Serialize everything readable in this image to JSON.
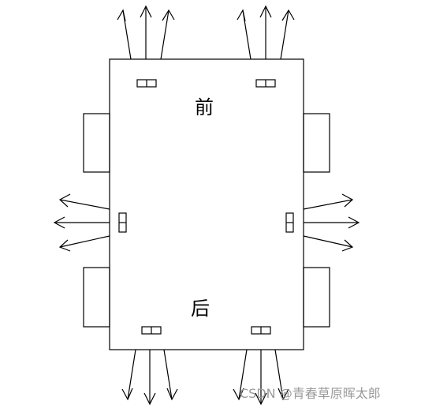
{
  "labels": {
    "front": "前",
    "back": "后"
  },
  "watermark": "CSDN @青春草原晖太郎",
  "colors": {
    "stroke": "#000000",
    "watermark": "#9a9a9a",
    "background": "#ffffff"
  }
}
